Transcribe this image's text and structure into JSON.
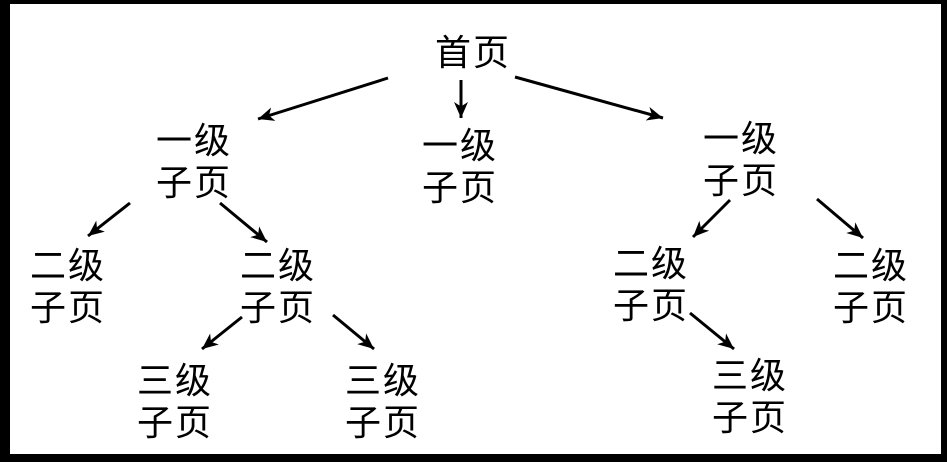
{
  "colors": {
    "foreground": "#000000",
    "background": "#ffffff",
    "frame_border": "#000000"
  },
  "diagram": {
    "type": "tree",
    "root_label": "首页",
    "nodes": {
      "home": {
        "line1": "首页"
      },
      "l1_left": {
        "line1": "一级",
        "line2": "子页"
      },
      "l1_mid": {
        "line1": "一级",
        "line2": "子页"
      },
      "l1_right": {
        "line1": "一级",
        "line2": "子页"
      },
      "l2_a": {
        "line1": "二级",
        "line2": "子页"
      },
      "l2_b": {
        "line1": "二级",
        "line2": "子页"
      },
      "l2_c": {
        "line1": "二级",
        "line2": "子页"
      },
      "l2_d": {
        "line1": "二级",
        "line2": "子页"
      },
      "l3_a": {
        "line1": "三级",
        "line2": "子页"
      },
      "l3_b": {
        "line1": "三级",
        "line2": "子页"
      },
      "l3_c": {
        "line1": "三级",
        "line2": "子页"
      }
    },
    "edges": [
      {
        "from": "home",
        "to": "l1_left"
      },
      {
        "from": "home",
        "to": "l1_mid"
      },
      {
        "from": "home",
        "to": "l1_right"
      },
      {
        "from": "l1_left",
        "to": "l2_a"
      },
      {
        "from": "l1_left",
        "to": "l2_b"
      },
      {
        "from": "l2_b",
        "to": "l3_a"
      },
      {
        "from": "l2_b",
        "to": "l3_b"
      },
      {
        "from": "l1_right",
        "to": "l2_c"
      },
      {
        "from": "l1_right",
        "to": "l2_d"
      },
      {
        "from": "l2_c",
        "to": "l3_c"
      }
    ]
  }
}
